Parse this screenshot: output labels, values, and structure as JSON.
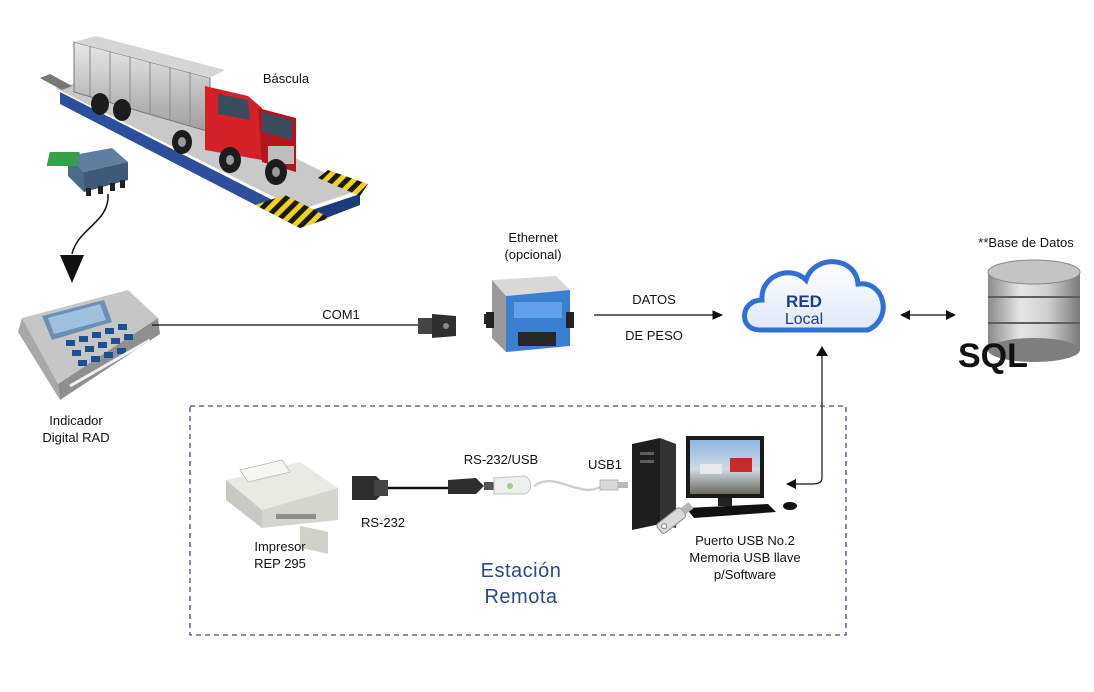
{
  "labels": {
    "bascula": "Báscula",
    "ethernet_line1": "Ethernet",
    "ethernet_line2": "(opcional)",
    "com1": "COM1",
    "datos": "DATOS",
    "de_peso": "DE PESO",
    "red": "RED",
    "local": "Local",
    "base_de_datos": "**Base de Datos",
    "sql": "SQL",
    "indicador_line1": "Indicador",
    "indicador_line2": "Digital RAD",
    "rs232_usb": "RS-232/USB",
    "usb1": "USB1",
    "rs232": "RS-232",
    "impresor_line1": "Impresor",
    "impresor_line2": "REP 295",
    "estacion_line1": "Estación",
    "estacion_line2": "Remota",
    "puerto_line1": "Puerto USB No.2",
    "puerto_line2": "Memoria USB llave",
    "puerto_line3": "p/Software"
  },
  "colors": {
    "truck_cab": "#d42027",
    "scale_blue": "#2c4e9b",
    "cloud_blue": "#2f6fd6",
    "station_border": "#3b4f8f",
    "station_text": "#2b4a8a"
  }
}
